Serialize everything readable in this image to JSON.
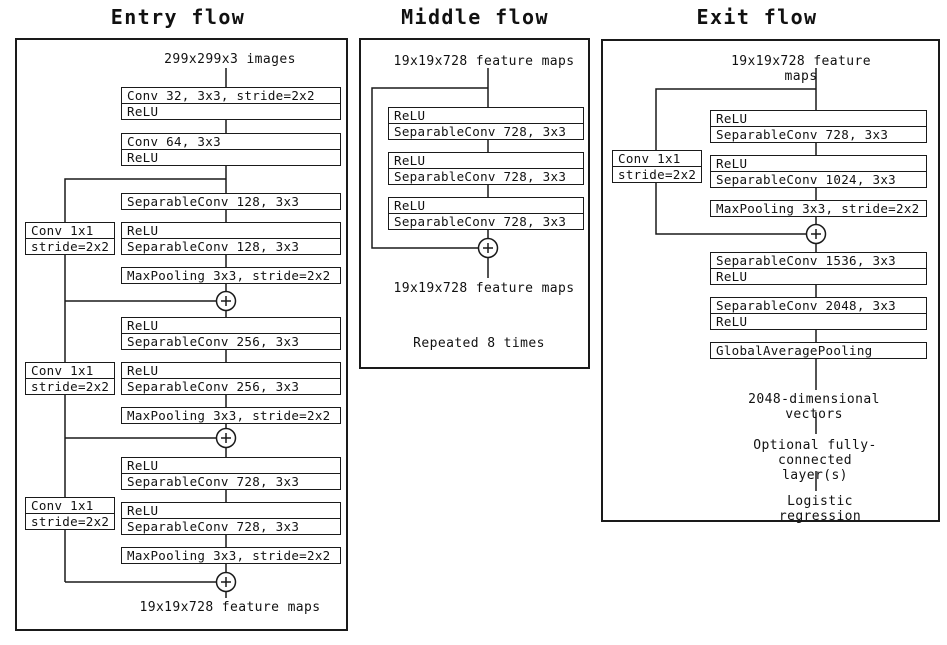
{
  "entry": {
    "title": "Entry flow",
    "input_label": "299x299x3 images",
    "output_label": "19x19x728 feature maps",
    "boxes": [
      {
        "rows": [
          "Conv 32, 3x3, stride=2x2",
          "ReLU"
        ]
      },
      {
        "rows": [
          "Conv 64, 3x3",
          "ReLU"
        ]
      },
      {
        "rows": [
          "SeparableConv 128, 3x3"
        ]
      },
      {
        "rows": [
          "ReLU",
          "SeparableConv 128, 3x3"
        ]
      },
      {
        "rows": [
          "MaxPooling 3x3, stride=2x2"
        ]
      },
      {
        "rows": [
          "ReLU",
          "SeparableConv 256, 3x3"
        ]
      },
      {
        "rows": [
          "ReLU",
          "SeparableConv 256, 3x3"
        ]
      },
      {
        "rows": [
          "MaxPooling 3x3, stride=2x2"
        ]
      },
      {
        "rows": [
          "ReLU",
          "SeparableConv 728, 3x3"
        ]
      },
      {
        "rows": [
          "ReLU",
          "SeparableConv 728, 3x3"
        ]
      },
      {
        "rows": [
          "MaxPooling 3x3, stride=2x2"
        ]
      }
    ],
    "residual_boxes": [
      {
        "rows": [
          "Conv 1x1",
          "stride=2x2"
        ]
      },
      {
        "rows": [
          "Conv 1x1",
          "stride=2x2"
        ]
      },
      {
        "rows": [
          "Conv 1x1",
          "stride=2x2"
        ]
      }
    ]
  },
  "middle": {
    "title": "Middle flow",
    "input_label": "19x19x728 feature maps",
    "output_label": "19x19x728 feature maps",
    "note": "Repeated 8 times",
    "boxes": [
      {
        "rows": [
          "ReLU",
          "SeparableConv 728, 3x3"
        ]
      },
      {
        "rows": [
          "ReLU",
          "SeparableConv 728, 3x3"
        ]
      },
      {
        "rows": [
          "ReLU",
          "SeparableConv 728, 3x3"
        ]
      }
    ]
  },
  "exit": {
    "title": "Exit flow",
    "input_label": "19x19x728 feature maps",
    "boxes": [
      {
        "rows": [
          "ReLU",
          "SeparableConv 728, 3x3"
        ]
      },
      {
        "rows": [
          "ReLU",
          "SeparableConv 1024, 3x3"
        ]
      },
      {
        "rows": [
          "MaxPooling 3x3, stride=2x2"
        ]
      },
      {
        "rows": [
          "SeparableConv 1536, 3x3",
          "ReLU"
        ]
      },
      {
        "rows": [
          "SeparableConv 2048, 3x3",
          "ReLU"
        ]
      },
      {
        "rows": [
          "GlobalAveragePooling"
        ]
      }
    ],
    "residual_boxes": [
      {
        "rows": [
          "Conv 1x1",
          "stride=2x2"
        ]
      }
    ],
    "vectors_label": "2048-dimensional vectors",
    "optional_fc_label": "Optional fully-connected\nlayer(s)",
    "logistic_label": "Logistic regression"
  },
  "colors": {
    "line": "#1a1a1a",
    "background": "#ffffff",
    "text": "#111111"
  }
}
